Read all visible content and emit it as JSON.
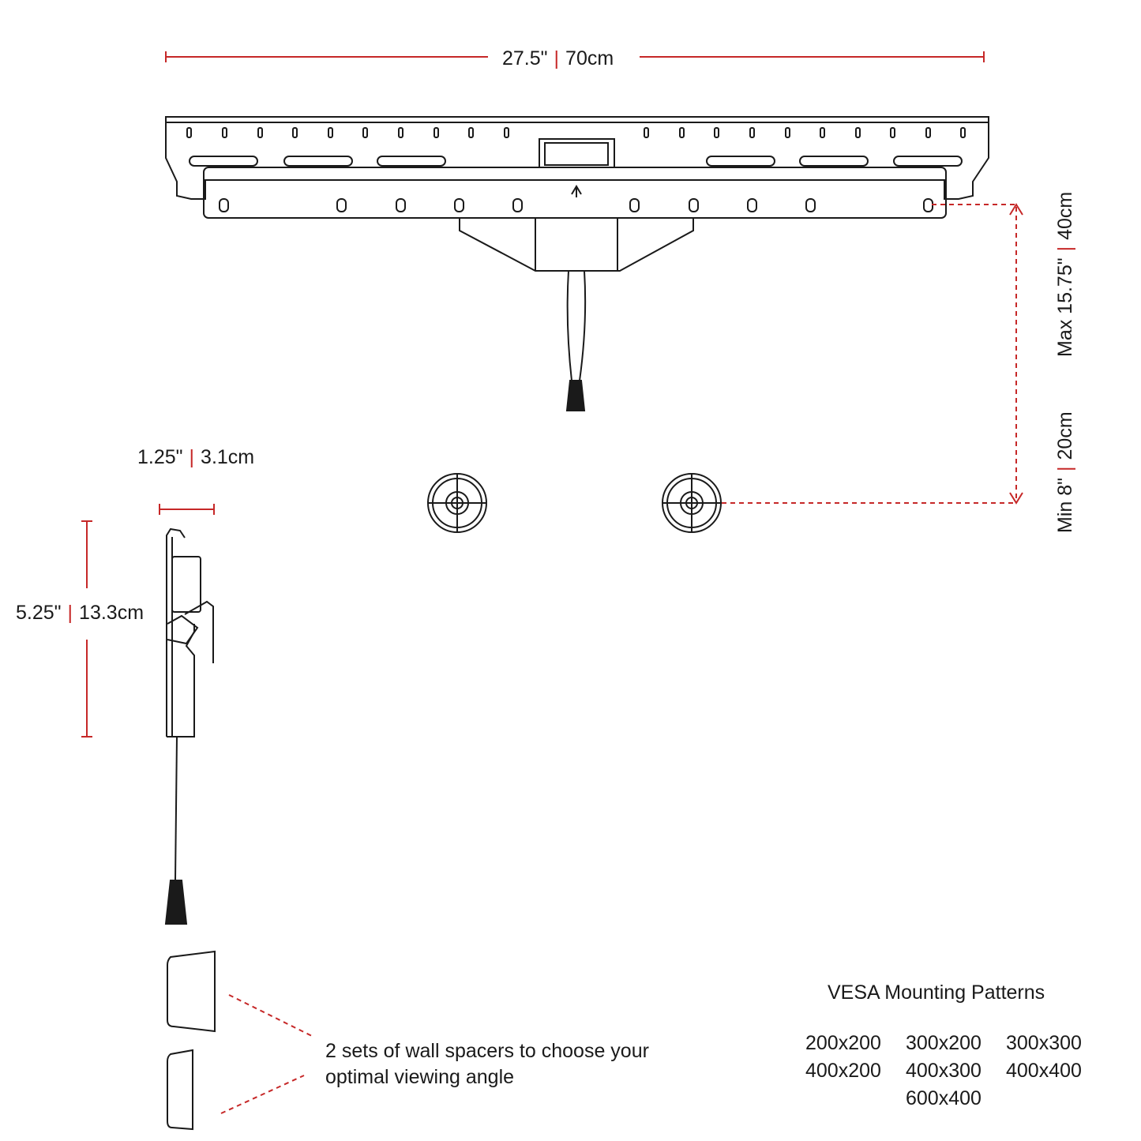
{
  "dimensions": {
    "width": {
      "imperial": "27.5\"",
      "metric": "70cm"
    },
    "depth": {
      "imperial": "1.25\"",
      "metric": "3.1cm"
    },
    "height": {
      "imperial": "5.25\"",
      "metric": "13.3cm"
    },
    "max_adjust": {
      "imperial": "Max 15.75\"",
      "metric": "40cm"
    },
    "min_adjust": {
      "imperial": "Min 8\"",
      "metric": "20cm"
    },
    "separator": "|"
  },
  "spacer_note": {
    "line1": "2 sets of wall spacers to choose your",
    "line2": "optimal viewing angle"
  },
  "vesa": {
    "title": "VESA Mounting Patterns",
    "patterns": [
      "200x200",
      "300x200",
      "300x300",
      "400x200",
      "400x300",
      "400x400",
      "",
      "600x400",
      ""
    ]
  },
  "colors": {
    "dimension_line": "#c62828",
    "outline": "#1a1a1a",
    "background": "#ffffff"
  }
}
